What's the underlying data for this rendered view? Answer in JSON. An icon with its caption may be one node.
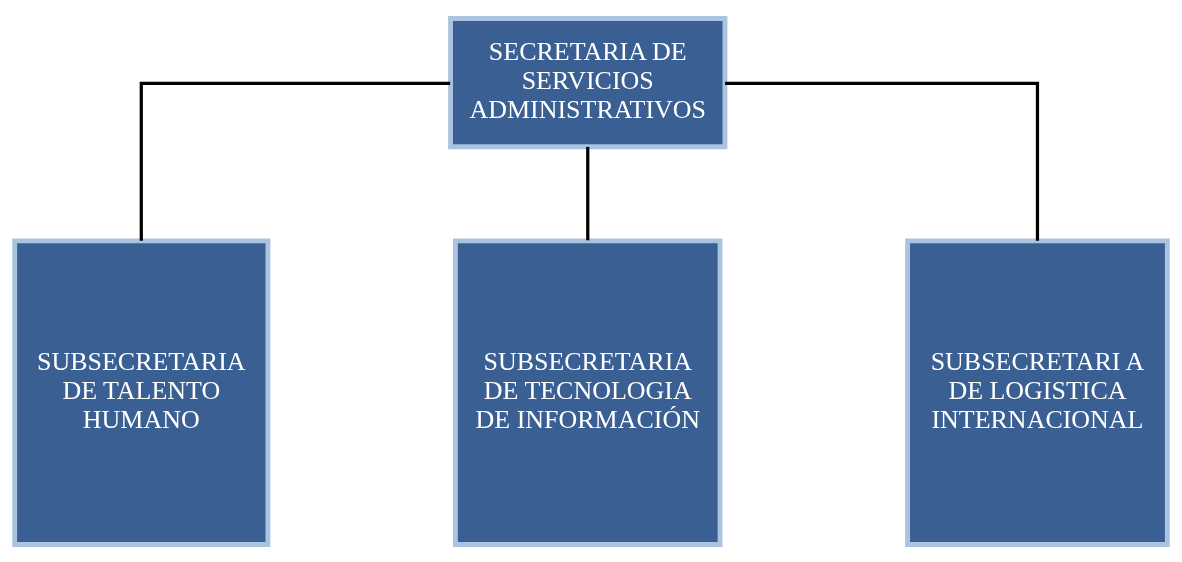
{
  "diagram": {
    "nodes": [
      {
        "text": [
          "SECRETARIA DE SERVICIOS ADMINISTRATIVOS"
        ]
      },
      {
        "text": [
          "SUBSECRETARIA DE TALENTO HUMANO"
        ]
      },
      {
        "text": [
          "SUBSECRETARIA DE TECNOLOGIA DE INFORMACIÓN"
        ]
      },
      {
        "text": [
          "SUBSECRETARI A DE LOGISTICA INTERNACIONAL"
        ]
      }
    ],
    "edges": [
      {
        "from": 0,
        "to": 1,
        "arrow": "none"
      },
      {
        "from": 0,
        "to": 2,
        "arrow": "none"
      },
      {
        "from": 0,
        "to": 3,
        "arrow": "none"
      }
    ]
  }
}
